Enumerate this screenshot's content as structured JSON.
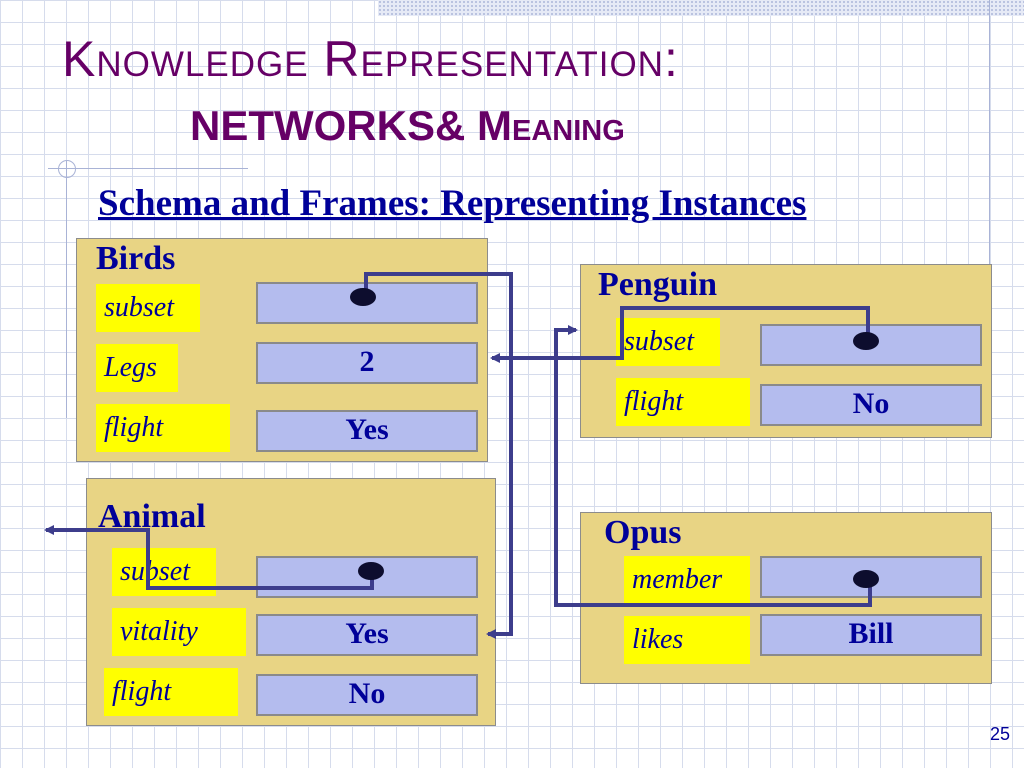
{
  "slide": {
    "title_line1": "Knowledge Representation:",
    "title_line2": "NETWORKS& Meaning",
    "subtitle": "Schema and Frames: Representing Instances",
    "page_number": "25"
  },
  "frames": {
    "birds": {
      "title": "Birds",
      "slots": [
        {
          "label": "subset",
          "value": ""
        },
        {
          "label": "Legs",
          "value": "2"
        },
        {
          "label": "flight",
          "value": "Yes"
        }
      ]
    },
    "animal": {
      "title": "Animal",
      "slots": [
        {
          "label": "subset",
          "value": ""
        },
        {
          "label": "vitality",
          "value": "Yes"
        },
        {
          "label": "flight",
          "value": "No"
        }
      ]
    },
    "penguin": {
      "title": "Penguin",
      "slots": [
        {
          "label": "subset",
          "value": ""
        },
        {
          "label": "flight",
          "value": "No"
        }
      ]
    },
    "opus": {
      "title": "Opus",
      "slots": [
        {
          "label": "member",
          "value": ""
        },
        {
          "label": "likes",
          "value": "Bill"
        }
      ]
    }
  },
  "colors": {
    "title": "#660066",
    "text": "#000099",
    "frame_fill": "#e8d484",
    "label_fill": "#ffff00",
    "value_fill": "#b4bcee",
    "link_line": "#3d3d8c"
  }
}
